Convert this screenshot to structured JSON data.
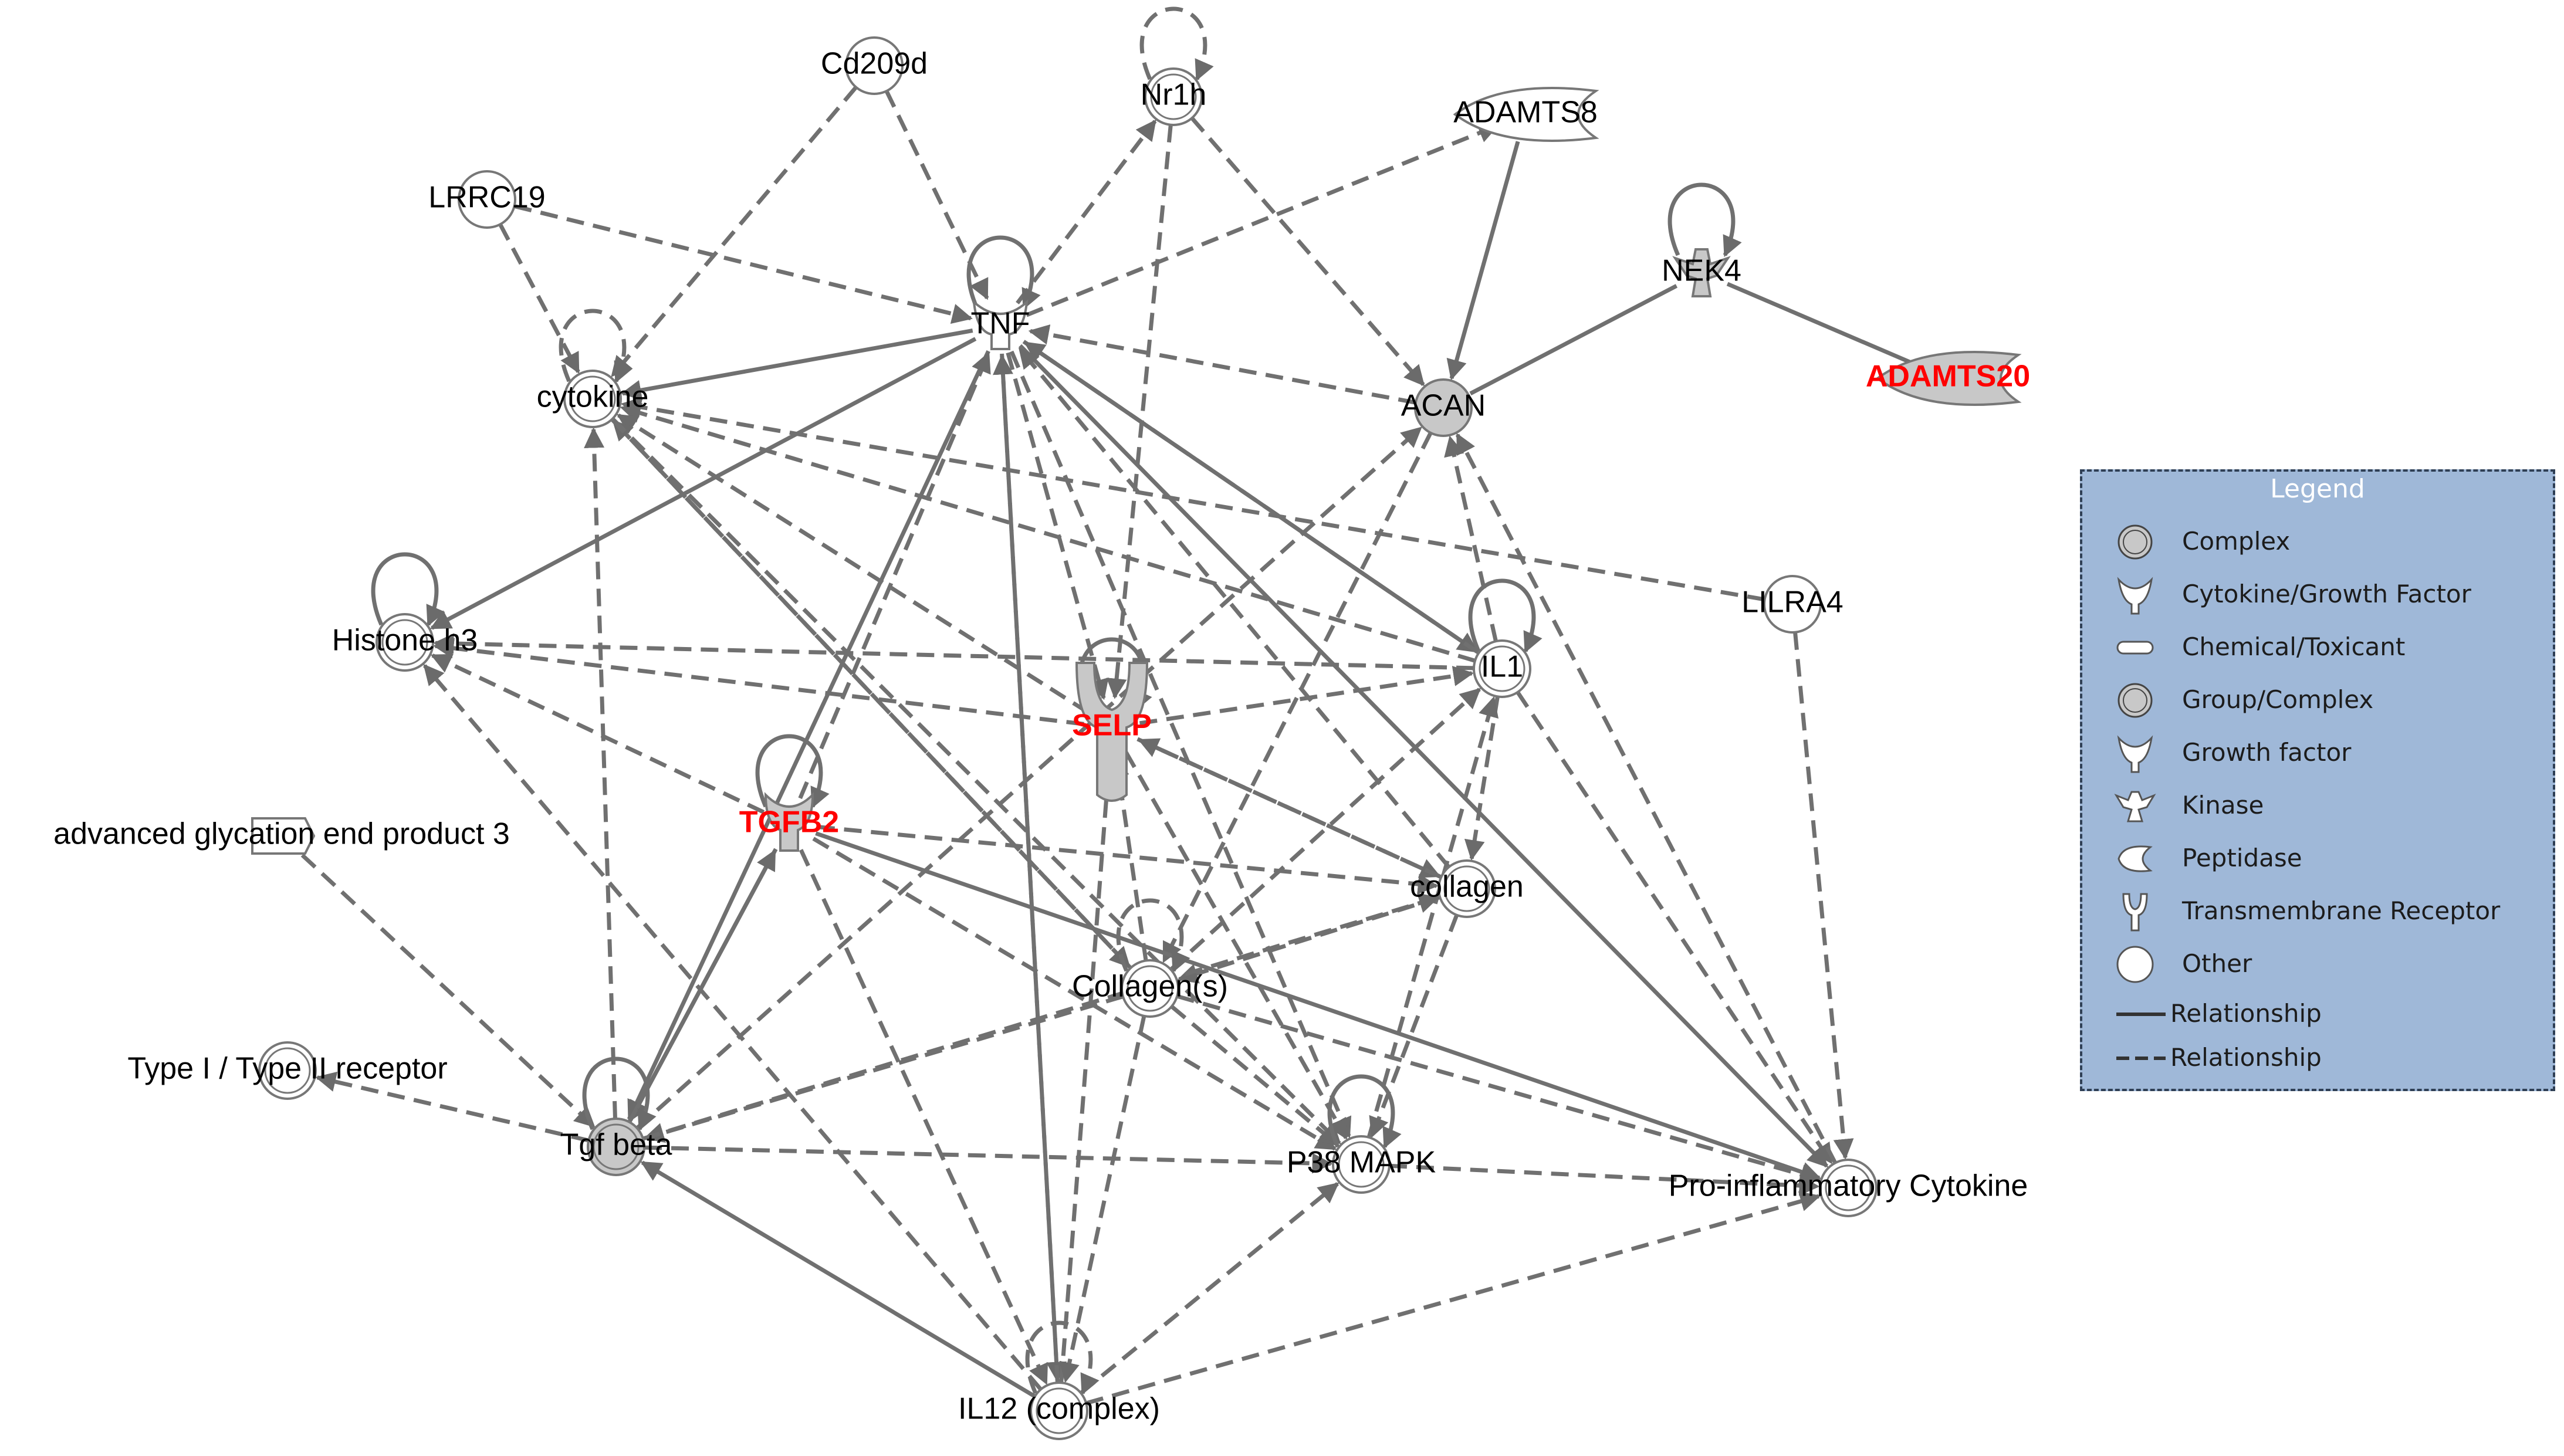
{
  "nodes": [
    {
      "id": "cd209d",
      "label": "Cd209d",
      "shape": "other",
      "highlight": false
    },
    {
      "id": "nr1h",
      "label": "Nr1h",
      "shape": "group",
      "highlight": false
    },
    {
      "id": "adamts8",
      "label": "ADAMTS8",
      "shape": "peptidase",
      "highlight": false
    },
    {
      "id": "lrrc19",
      "label": "LRRC19",
      "shape": "other",
      "highlight": false
    },
    {
      "id": "nek4",
      "label": "NEK4",
      "shape": "kinase",
      "highlight": false
    },
    {
      "id": "tnf",
      "label": "TNF",
      "shape": "cytokine",
      "highlight": false
    },
    {
      "id": "cytokine",
      "label": "cytokine",
      "shape": "group",
      "highlight": false
    },
    {
      "id": "acan",
      "label": "ACAN",
      "shape": "other-filled",
      "highlight": false
    },
    {
      "id": "adamts20",
      "label": "ADAMTS20",
      "shape": "peptidase-filled",
      "highlight": true
    },
    {
      "id": "lilra4",
      "label": "LILRA4",
      "shape": "other",
      "highlight": false
    },
    {
      "id": "histone",
      "label": "Histone h3",
      "shape": "group",
      "highlight": false
    },
    {
      "id": "il1",
      "label": "IL1",
      "shape": "group",
      "highlight": false
    },
    {
      "id": "selp",
      "label": "SELP",
      "shape": "receptor",
      "highlight": true
    },
    {
      "id": "tgfb2",
      "label": "TGFB2",
      "shape": "growth",
      "highlight": true
    },
    {
      "id": "age3",
      "label": "advanced glycation end product 3",
      "shape": "chemical",
      "highlight": false
    },
    {
      "id": "collagen",
      "label": "collagen",
      "shape": "group",
      "highlight": false
    },
    {
      "id": "collagens",
      "label": "Collagen(s)",
      "shape": "group",
      "highlight": false
    },
    {
      "id": "type12",
      "label": "Type I / Type II receptor",
      "shape": "group",
      "highlight": false
    },
    {
      "id": "tgfbeta",
      "label": "Tgf beta",
      "shape": "group-filled",
      "highlight": false
    },
    {
      "id": "p38",
      "label": "P38 MAPK",
      "shape": "group",
      "highlight": false
    },
    {
      "id": "proinfl",
      "label": "Pro-inflammatory Cytokine",
      "shape": "group",
      "highlight": false
    },
    {
      "id": "il12",
      "label": "IL12 (complex)",
      "shape": "complex",
      "highlight": false
    }
  ],
  "edges": [
    {
      "from": "cd209d",
      "to": "cytokine",
      "style": "dashed",
      "arrow": true
    },
    {
      "from": "cd209d",
      "to": "tnf",
      "style": "dashed",
      "arrow": true
    },
    {
      "from": "lrrc19",
      "to": "cytokine",
      "style": "dashed",
      "arrow": true
    },
    {
      "from": "lrrc19",
      "to": "tnf",
      "style": "dashed",
      "arrow": true
    },
    {
      "from": "tnf",
      "to": "nr1h",
      "style": "dashed",
      "arrow": true
    },
    {
      "from": "tnf",
      "to": "adamts8",
      "style": "dashed",
      "arrow": true
    },
    {
      "from": "nr1h",
      "to": "acan",
      "style": "dashed",
      "arrow": true
    },
    {
      "from": "nr1h",
      "to": "selp",
      "style": "dashed",
      "arrow": true
    },
    {
      "from": "adamts8",
      "to": "acan",
      "style": "solid",
      "arrow": true
    },
    {
      "from": "nek4",
      "to": "acan",
      "style": "solid",
      "arrow": false
    },
    {
      "from": "nek4",
      "to": "adamts20",
      "style": "solid",
      "arrow": false
    },
    {
      "from": "tnf",
      "to": "cytokine",
      "style": "solid",
      "arrow": true
    },
    {
      "from": "tnf",
      "to": "histone",
      "style": "solid",
      "arrow": true
    },
    {
      "from": "acan",
      "to": "tnf",
      "style": "dashed",
      "arrow": true
    },
    {
      "from": "tnf",
      "to": "il1",
      "style": "solid",
      "arrow": true
    },
    {
      "from": "tnf",
      "to": "proinfl",
      "style": "solid",
      "arrow": true
    },
    {
      "from": "tnf",
      "to": "selp",
      "style": "dashed",
      "arrow": true
    },
    {
      "from": "tnf",
      "to": "tgfbeta",
      "style": "solid",
      "arrow": true
    },
    {
      "from": "tnf",
      "to": "il12",
      "style": "dashed",
      "arrow": true
    },
    {
      "from": "tnf",
      "to": "p38",
      "style": "dashed",
      "arrow": true
    },
    {
      "from": "il1",
      "to": "tnf",
      "style": "dashed",
      "arrow": true
    },
    {
      "from": "collagen",
      "to": "tnf",
      "style": "dashed",
      "arrow": true
    },
    {
      "from": "tgfb2",
      "to": "tnf",
      "style": "dashed",
      "arrow": true
    },
    {
      "from": "lilra4",
      "to": "cytokine",
      "style": "dashed",
      "arrow": true
    },
    {
      "from": "lilra4",
      "to": "proinfl",
      "style": "dashed",
      "arrow": true
    },
    {
      "from": "il1",
      "to": "cytokine",
      "style": "dashed",
      "arrow": true
    },
    {
      "from": "selp",
      "to": "cytokine",
      "style": "dashed",
      "arrow": true
    },
    {
      "from": "collagens",
      "to": "cytokine",
      "style": "dashed",
      "arrow": true
    },
    {
      "from": "tgfbeta",
      "to": "cytokine",
      "style": "dashed",
      "arrow": true
    },
    {
      "from": "selp",
      "to": "histone",
      "style": "dashed",
      "arrow": true
    },
    {
      "from": "il1",
      "to": "histone",
      "style": "dashed",
      "arrow": true
    },
    {
      "from": "tgfb2",
      "to": "histone",
      "style": "dashed",
      "arrow": true
    },
    {
      "from": "il12",
      "to": "histone",
      "style": "dashed",
      "arrow": true
    },
    {
      "from": "selp",
      "to": "il1",
      "style": "dashed",
      "arrow": true
    },
    {
      "from": "il1",
      "to": "collagen",
      "style": "dashed",
      "arrow": true
    },
    {
      "from": "il1",
      "to": "proinfl",
      "style": "dashed",
      "arrow": true
    },
    {
      "from": "p38",
      "to": "il1",
      "style": "dashed",
      "arrow": true
    },
    {
      "from": "acan",
      "to": "collagens",
      "style": "dashed",
      "arrow": true
    },
    {
      "from": "tgfbeta",
      "to": "acan",
      "style": "dashed",
      "arrow": true
    },
    {
      "from": "proinfl",
      "to": "acan",
      "style": "dashed",
      "arrow": true
    },
    {
      "from": "il1",
      "to": "acan",
      "style": "dashed",
      "arrow": true
    },
    {
      "from": "tgfb2",
      "to": "collagen",
      "style": "dashed",
      "arrow": true
    },
    {
      "from": "tgfb2",
      "to": "proinfl",
      "style": "solid",
      "arrow": true
    },
    {
      "from": "tgfb2",
      "to": "tgfbeta",
      "style": "solid",
      "arrow": true
    },
    {
      "from": "tgfb2",
      "to": "p38",
      "style": "dashed",
      "arrow": true
    },
    {
      "from": "tgfb2",
      "to": "il12",
      "style": "dashed",
      "arrow": true
    },
    {
      "from": "selp",
      "to": "collagen",
      "style": "dashed",
      "arrow": true
    },
    {
      "from": "collagen",
      "to": "selp",
      "style": "dashed",
      "arrow": true
    },
    {
      "from": "collagens",
      "to": "selp",
      "style": "dashed",
      "arrow": true
    },
    {
      "from": "selp",
      "to": "p38",
      "style": "dashed",
      "arrow": true
    },
    {
      "from": "il12",
      "to": "selp",
      "style": "dashed",
      "arrow": true
    },
    {
      "from": "collagens",
      "to": "il1",
      "style": "dashed",
      "arrow": true
    },
    {
      "from": "collagen",
      "to": "collagens",
      "style": "dashed",
      "arrow": true
    },
    {
      "from": "collagen",
      "to": "p38",
      "style": "dashed",
      "arrow": true
    },
    {
      "from": "collagens",
      "to": "proinfl",
      "style": "dashed",
      "arrow": true
    },
    {
      "from": "collagens",
      "to": "p38",
      "style": "dashed",
      "arrow": true
    },
    {
      "from": "collagens",
      "to": "tgfbeta",
      "style": "dashed",
      "arrow": true
    },
    {
      "from": "collagens",
      "to": "il12",
      "style": "dashed",
      "arrow": true
    },
    {
      "from": "cytokine",
      "to": "collagens",
      "style": "dashed",
      "arrow": true
    },
    {
      "from": "cytokine",
      "to": "p38",
      "style": "dashed",
      "arrow": true
    },
    {
      "from": "age3",
      "to": "tgfbeta",
      "style": "dashed",
      "arrow": true
    },
    {
      "from": "tgfbeta",
      "to": "type12",
      "style": "dashed",
      "arrow": true
    },
    {
      "from": "tgfbeta",
      "to": "p38",
      "style": "dashed",
      "arrow": true
    },
    {
      "from": "tgfbeta",
      "to": "collagen",
      "style": "dashed",
      "arrow": true
    },
    {
      "from": "tgfbeta",
      "to": "tgfb2",
      "style": "solid",
      "arrow": true
    },
    {
      "from": "p38",
      "to": "proinfl",
      "style": "dashed",
      "arrow": true
    },
    {
      "from": "il12",
      "to": "tgfbeta",
      "style": "solid",
      "arrow": true
    },
    {
      "from": "il12",
      "to": "p38",
      "style": "dashed",
      "arrow": true
    },
    {
      "from": "il12",
      "to": "proinfl",
      "style": "dashed",
      "arrow": true
    },
    {
      "from": "il12",
      "to": "tnf",
      "style": "dashed",
      "arrow": true
    }
  ],
  "loops": [
    "nr1h",
    "nek4",
    "tnf",
    "cytokine",
    "histone",
    "il1",
    "selp",
    "tgfb2",
    "collagens",
    "tgfbeta",
    "p38",
    "il12"
  ],
  "legend": {
    "title": "Legend",
    "items": [
      {
        "label": "Complex",
        "icon": "complex-icon"
      },
      {
        "label": "Cytokine/Growth Factor",
        "icon": "cytokine-growth-factor-icon"
      },
      {
        "label": "Chemical/Toxicant",
        "icon": "chemical-toxicant-icon"
      },
      {
        "label": "Group/Complex",
        "icon": "group-complex-icon"
      },
      {
        "label": "Growth factor",
        "icon": "growth-factor-icon"
      },
      {
        "label": "Kinase",
        "icon": "kinase-icon"
      },
      {
        "label": "Peptidase",
        "icon": "peptidase-icon"
      },
      {
        "label": "Transmembrane Receptor",
        "icon": "transmembrane-receptor-icon"
      },
      {
        "label": "Other",
        "icon": "other-icon"
      }
    ],
    "relationships": [
      {
        "label": "Relationship",
        "style": "solid"
      },
      {
        "label": "Relationship",
        "style": "dashed"
      }
    ]
  },
  "colors": {
    "highlight": "#ff0000",
    "edge": "#707070",
    "node_fill": "#c8c8c8",
    "legend_bg": "#9fb8d8"
  }
}
